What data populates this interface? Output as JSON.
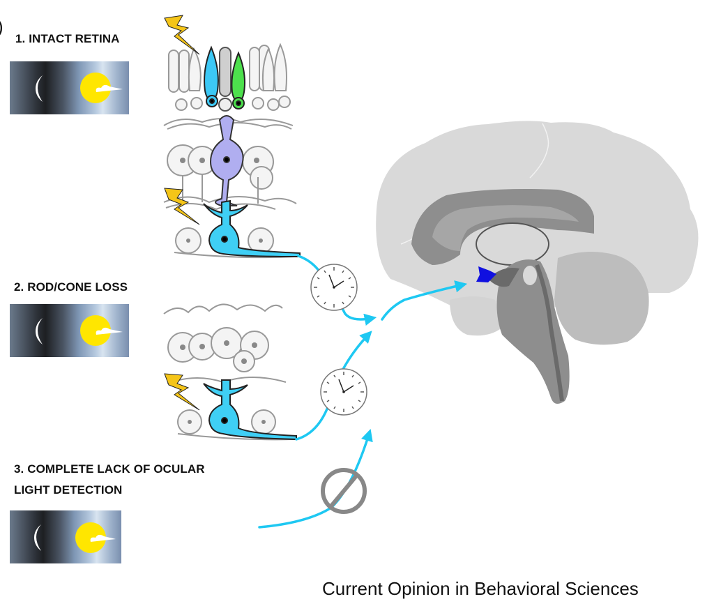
{
  "panel_marker": ")",
  "scenarios": [
    {
      "label": "1. INTACT RETINA",
      "condition": "intact-retina",
      "light_signal": true,
      "clock": true
    },
    {
      "label": "2. ROD/CONE LOSS",
      "condition": "rod-cone-loss",
      "light_signal": true,
      "clock": true
    },
    {
      "label_line1": "3. COMPLETE LACK OF OCULAR",
      "label_line2": "LIGHT DETECTION",
      "condition": "no-ocular-light-detection",
      "light_signal": false,
      "clock": false
    }
  ],
  "icons": {
    "day_night": "moon-sun-cloud-icon",
    "light": "lightning-bolt-icon",
    "clock": "clock-icon",
    "blocked": "prohibited-icon"
  },
  "colors": {
    "pathway": "#1ec8f2",
    "ipRGC": "#3fcff5",
    "cone_blue": "#3cc8f5",
    "cone_green": "#4de04d",
    "bipolar": "#b0aef0",
    "scn": "#1010e0",
    "bolt": "#f5c518",
    "brain_light": "#d9d9d9",
    "brain_mid": "#8e8e8e",
    "brain_dark": "#6a6a6a"
  },
  "caption": "Current Opinion in Behavioral Sciences"
}
